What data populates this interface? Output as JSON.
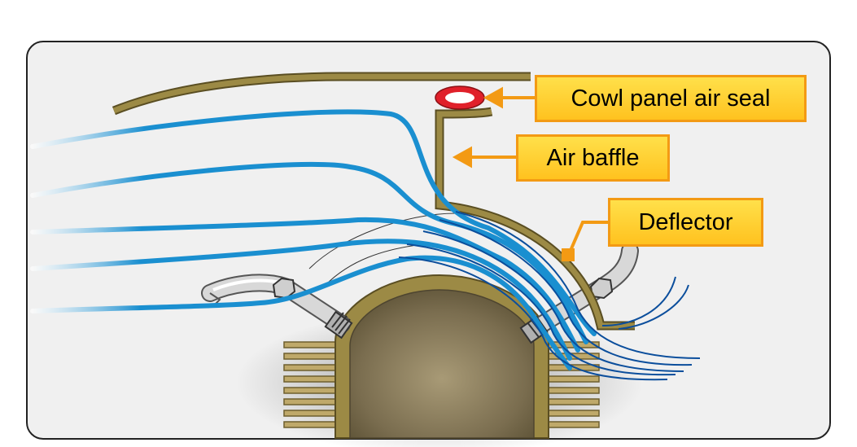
{
  "labels": {
    "cowl_panel_air_seal": "Cowl panel air seal",
    "air_baffle": "Air baffle",
    "deflector": "Deflector"
  },
  "colors": {
    "airflow": "#1a8fd0",
    "baffle": "#8c7a34",
    "seal": "#e0202a",
    "callout_fill": "#ffcf2e",
    "callout_border": "#f39a14",
    "panel_background": "#f0f0f0"
  }
}
